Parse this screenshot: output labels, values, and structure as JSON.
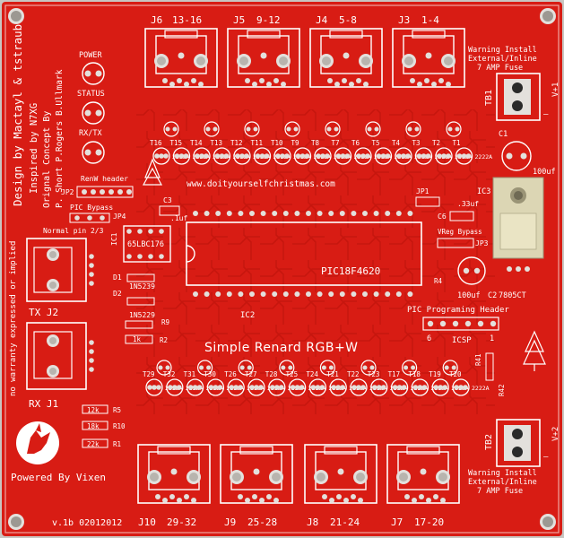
{
  "board": {
    "title": "Simple Renard RGB+W",
    "website": "www.doityourselfchristmas.com",
    "version": "v.1b 02012012",
    "powered_by": "Powered By Vixen",
    "colors": {
      "pcb": "#d81c14",
      "silk": "#ffffff",
      "pad": "#e3e0dc",
      "trace": "#b51008",
      "background": "#c8c6c2"
    }
  },
  "credits": {
    "design": "Design by Mactayl & tstraub",
    "inspired": "Inspired by N7XG",
    "concept": "Orignal Concept By",
    "names": "P. Short P.Rogers B.Ullmark"
  },
  "warranty": "no warranty expressed or implied",
  "leds": {
    "power": "POWER",
    "status": "STATUS",
    "rxtx": "RX/TX"
  },
  "jumpers": {
    "renw": "RenW header",
    "jp2": "JP2",
    "pic_bypass": "PIC Bypass",
    "jp4": "JP4",
    "normal": "Normal pin 2/3",
    "jp1": "JP1",
    "jp3": "JP3",
    "vreg": "VReg Bypass"
  },
  "connectors": {
    "top": [
      {
        "ref": "J6",
        "range": "13-16"
      },
      {
        "ref": "J5",
        "range": "9-12"
      },
      {
        "ref": "J4",
        "range": "5-8"
      },
      {
        "ref": "J3",
        "range": "1-4"
      }
    ],
    "bottom": [
      {
        "ref": "J10",
        "range": "29-32"
      },
      {
        "ref": "J9",
        "range": "25-28"
      },
      {
        "ref": "J8",
        "range": "21-24"
      },
      {
        "ref": "J7",
        "range": "17-20"
      }
    ],
    "tx": "TX J2",
    "rx": "RX J1"
  },
  "terminals": [
    {
      "ref": "TB1",
      "plus": "V+1",
      "minus": "—",
      "warning": [
        "Warning Install",
        "External/Inline",
        "7 AMP Fuse"
      ]
    },
    {
      "ref": "TB2",
      "plus": "V+2",
      "minus": "—",
      "warning": [
        "Warning Install",
        "External/Inline",
        "7 AMP Fuse"
      ]
    }
  ],
  "chips": {
    "pic": "PIC18F4620",
    "ic2": "IC2",
    "ic1": "IC1",
    "ic1_part": "65LBC176",
    "ic3": "IC3",
    "regulator": "7805CT"
  },
  "parts": {
    "c1": "C1",
    "c1_val": "100uf",
    "c2": "C2",
    "c2_val": "100uf",
    "c3": "C3",
    "c3_val": ".1uf",
    "c6": "C6",
    "c6_val": ".33uf",
    "d1": "D1",
    "d1_part": "1N5239",
    "d2": "D2",
    "d2_part": "1N5229",
    "r9": "R9",
    "r2": "R2",
    "r4": "R4",
    "r5": "R5",
    "r10": "R10",
    "r1": "R1",
    "r41": "R41",
    "r42": "R42",
    "res_1k": "1k",
    "res_12k": "12k",
    "res_18k": "18k",
    "res_22k": "22k",
    "icsp_title": "PIC Programing Header",
    "icsp": "ICSP",
    "pin6": "6",
    "pin1": "1",
    "transistor": "2222A"
  },
  "transistors": {
    "top": [
      {
        "ref": "T16",
        "col": "T15",
        "alt": "T14",
        "alt2": "T13"
      }
    ],
    "top_labels": [
      "T16",
      "T15",
      "T14",
      "T13",
      "T12",
      "T11",
      "T10",
      "T9",
      "T8",
      "T7",
      "T6",
      "T5",
      "T4",
      "T3",
      "T2",
      "T1"
    ],
    "bottom_labels": [
      "T29",
      "T32",
      "T31",
      "T30",
      "T26",
      "T27",
      "T28",
      "T25",
      "T24",
      "T21",
      "T22",
      "T23",
      "T17",
      "T18",
      "T19",
      "T20"
    ]
  }
}
